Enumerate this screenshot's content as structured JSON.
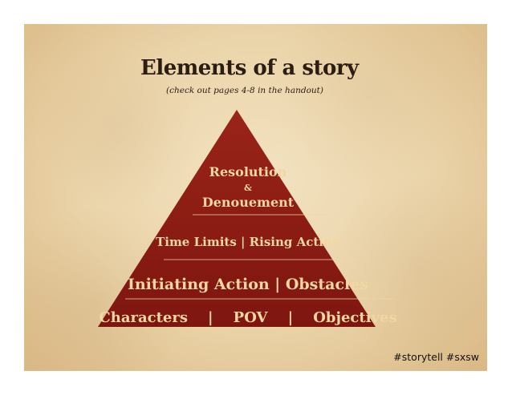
{
  "slide": {
    "title": "Elements of a story",
    "subtitle": "(check out pages 4-8 in the handout)",
    "hashtag": "#storytell #sxsw"
  },
  "pyramid": {
    "fill_color": "#8f1d14",
    "text_color": "#f0d7a3",
    "tiers": [
      {
        "line1": "Resolution",
        "line2": "&",
        "line3": "Denouement"
      },
      {
        "text": "Time Limits | Rising Action"
      },
      {
        "text": "Initiating Action | Obstacles"
      },
      {
        "text": "Characters    |    POV    |    Objectives"
      }
    ]
  }
}
